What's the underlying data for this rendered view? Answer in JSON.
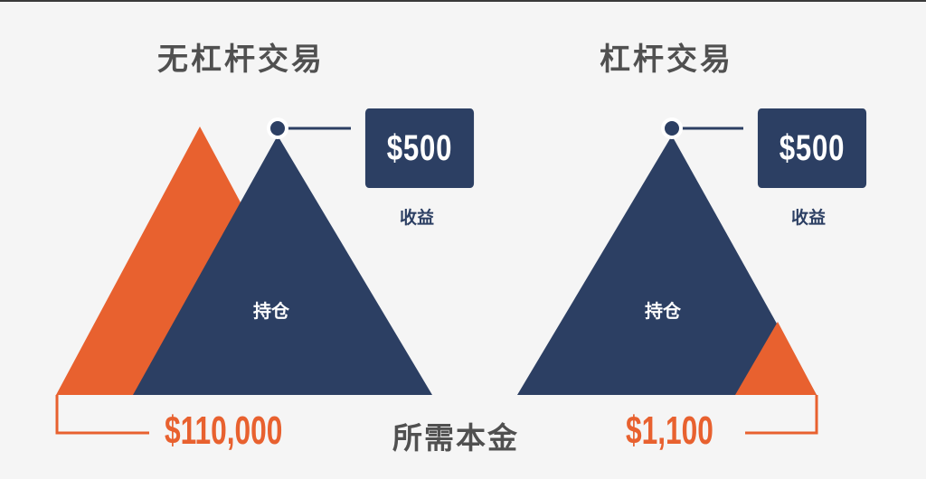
{
  "colors": {
    "background": "#f5f5f5",
    "navy": "#2c3f63",
    "orange": "#e8612f",
    "title_gray": "#505050",
    "white": "#ffffff"
  },
  "left_panel": {
    "title": "无杠杆交易",
    "profit_value": "$500",
    "profit_label": "收益",
    "position_label": "持仓",
    "capital_required": "$110,000"
  },
  "right_panel": {
    "title": "杠杆交易",
    "profit_value": "$500",
    "profit_label": "收益",
    "position_label": "持仓",
    "capital_required": "$1,100"
  },
  "shared": {
    "capital_label": "所需本金"
  }
}
